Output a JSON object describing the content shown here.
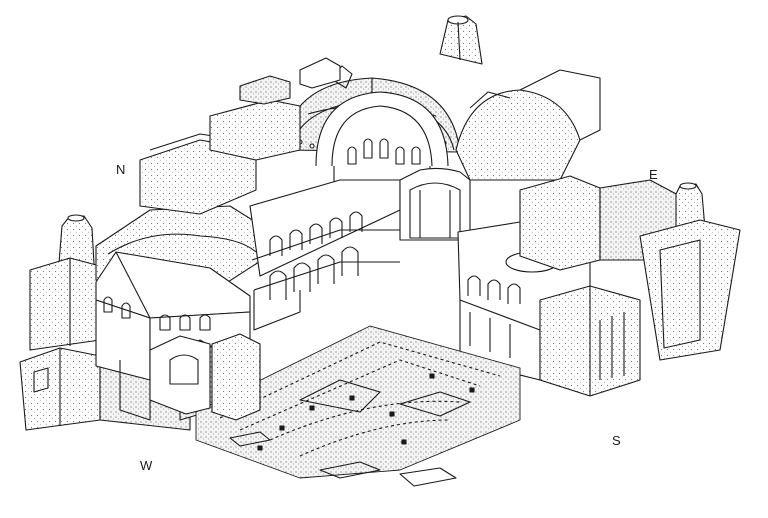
{
  "compass": {
    "north": "N",
    "east": "E",
    "south": "S",
    "west": "W"
  },
  "colors": {
    "ink": "#1a1a1a",
    "shade": "#d6d6d6",
    "paper": "#ffffff"
  }
}
